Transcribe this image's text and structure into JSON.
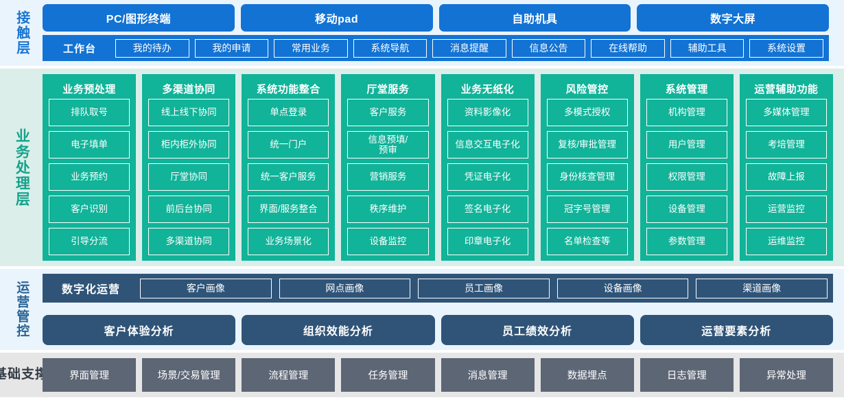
{
  "layers": {
    "contact": {
      "label": "接触层",
      "channels": [
        "PC/图形终端",
        "移动pad",
        "自助机具",
        "数字大屏"
      ],
      "workbench_title": "工作台",
      "workbench_items": [
        "我的待办",
        "我的申请",
        "常用业务",
        "系统导航",
        "消息提醒",
        "信息公告",
        "在线帮助",
        "辅助工具",
        "系统设置"
      ]
    },
    "business": {
      "label": "业务处理层",
      "columns": [
        {
          "title": "业务预处理",
          "items": [
            "排队取号",
            "电子填单",
            "业务预约",
            "客户识别",
            "引导分流"
          ]
        },
        {
          "title": "多渠道协同",
          "items": [
            "线上线下协同",
            "柜内柜外协同",
            "厅堂协同",
            "前后台协同",
            "多渠道协同"
          ]
        },
        {
          "title": "系统功能整合",
          "items": [
            "单点登录",
            "统一门户",
            "统一客户服务",
            "界面/服务整合",
            "业务场景化"
          ]
        },
        {
          "title": "厅堂服务",
          "items": [
            "客户服务",
            "信息预填/\n预审",
            "营销服务",
            "秩序维护",
            "设备监控"
          ]
        },
        {
          "title": "业务无纸化",
          "items": [
            "资料影像化",
            "信息交互电子化",
            "凭证电子化",
            "签名电子化",
            "印章电子化"
          ]
        },
        {
          "title": "风险管控",
          "items": [
            "多模式授权",
            "复核/审批管理",
            "身份核查管理",
            "冠字号管理",
            "名单检查等"
          ]
        },
        {
          "title": "系统管理",
          "items": [
            "机构管理",
            "用户管理",
            "权限管理",
            "设备管理",
            "参数管理"
          ]
        },
        {
          "title": "运营辅助功能",
          "items": [
            "多媒体管理",
            "考培管理",
            "故障上报",
            "运营监控",
            "运维监控"
          ]
        }
      ]
    },
    "operations": {
      "label": "运营管控",
      "portrait_title": "数字化运营",
      "portrait_items": [
        "客户画像",
        "网点画像",
        "员工画像",
        "设备画像",
        "渠道画像"
      ],
      "analysis_items": [
        "客户体验分析",
        "组织效能分析",
        "员工绩效分析",
        "运营要素分析"
      ]
    },
    "base": {
      "label": "基础支撑",
      "items": [
        "界面管理",
        "场景/交易管理",
        "流程管理",
        "任务管理",
        "消息管理",
        "数据埋点",
        "日志管理",
        "异常处理"
      ]
    }
  },
  "colors": {
    "contact_bg": "#eaf4fc",
    "contact_accent": "#1273d4",
    "business_bg": "#dbeee9",
    "business_accent": "#11b399",
    "operations_bg": "#eaf4fc",
    "operations_accent": "#2f5478",
    "base_bg": "#e6e6e6",
    "base_accent": "#5d6675"
  }
}
